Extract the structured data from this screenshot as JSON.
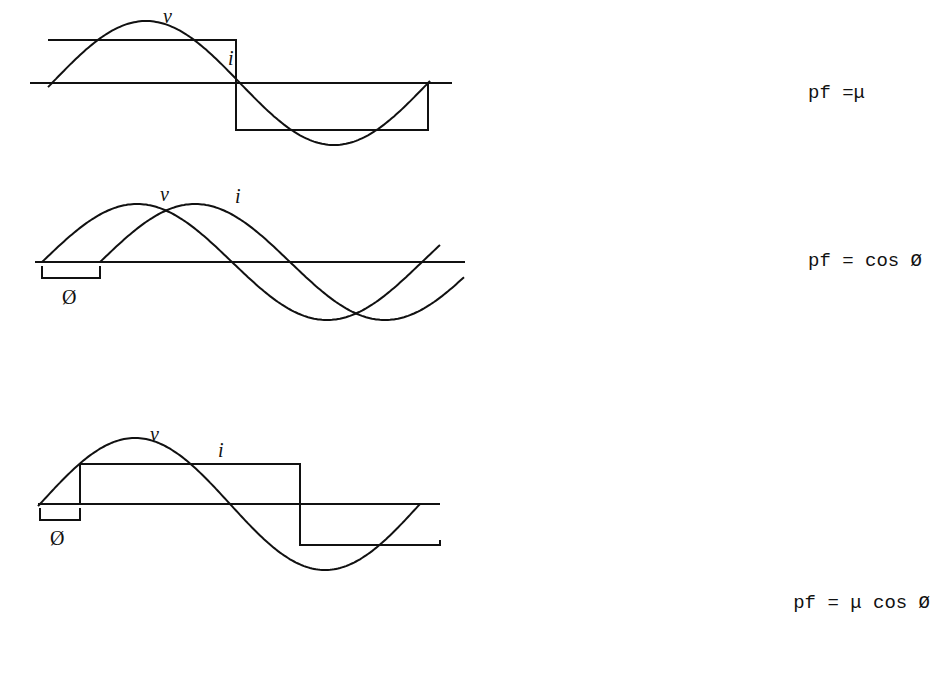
{
  "diagram": {
    "labels": [
      "v",
      "i",
      "pf =μ",
      "v",
      "i",
      "Ø",
      "pf = cos Ø",
      "v",
      "i",
      "Ø",
      "pf = μ cos Ø"
    ]
  }
}
